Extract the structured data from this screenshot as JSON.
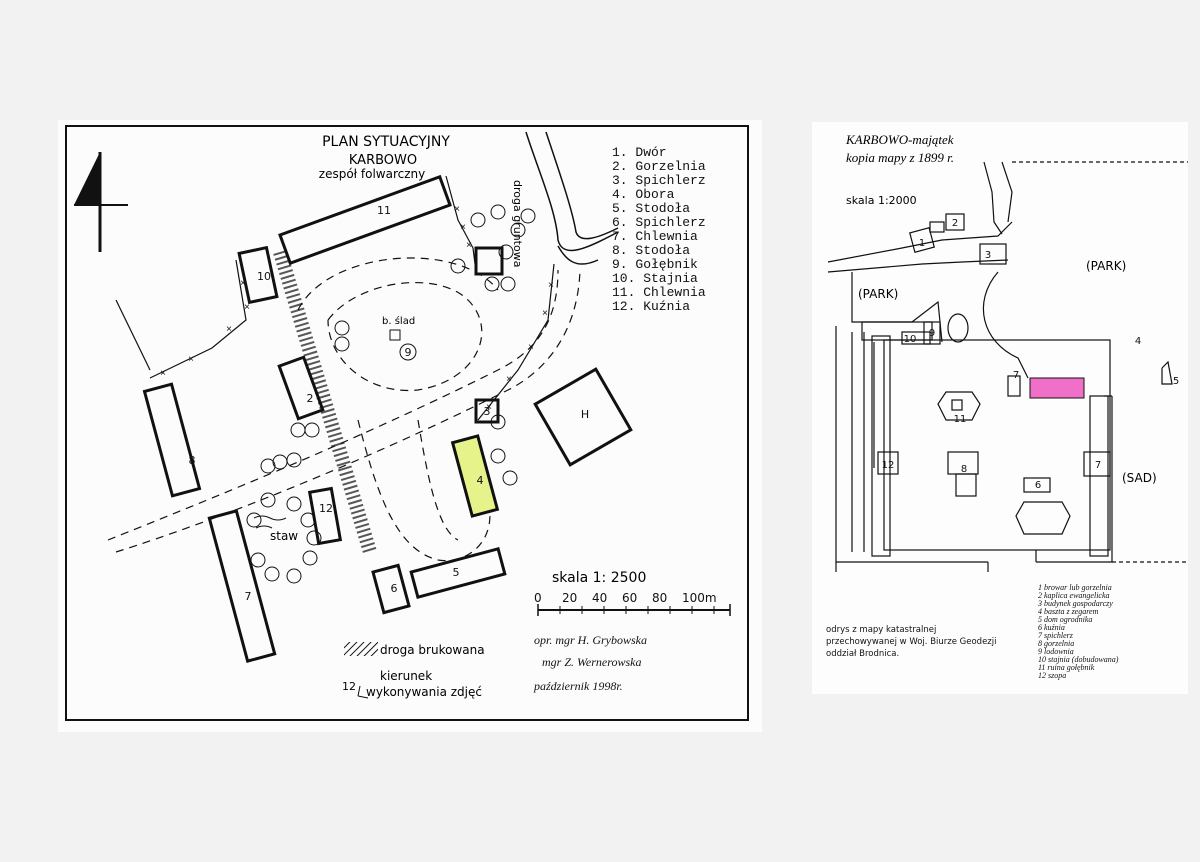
{
  "left_map": {
    "title": "PLAN SYTUACYJNY",
    "subtitle": "KARBOWO",
    "subtitle2": "zespół folwarczny",
    "road_label": "droga gruntowa",
    "pond_label": "staw",
    "trace_label": "b. ślad",
    "building_labels": [
      "2",
      "3",
      "4",
      "5",
      "6",
      "7",
      "8",
      "9",
      "10",
      "11",
      "12",
      "H"
    ],
    "legend": [
      "1. Dwór",
      "2. Gorzelnia",
      "3. Spichlerz",
      "4. Obora",
      "5. Stodoła",
      "6. Spichlerz",
      "7. Chlewnia",
      "8. Stodoła",
      "9. Gołębnik",
      "10. Stajnia",
      "11. Chlewnia",
      "12. Kuźnia"
    ],
    "scale_title": "skala 1: 2500",
    "scale_ticks": [
      "0",
      "20",
      "40",
      "60",
      "80",
      "100m"
    ],
    "key_paved": "droga brukowana",
    "key_number": "12",
    "key_direction_line1": "kierunek",
    "key_direction_line2": "wykonywania zdjęć",
    "author_line1": "opr. mgr H. Grybowska",
    "author_line2": "mgr Z. Wernerowska",
    "author_line3": "październik 1998r."
  },
  "right_map": {
    "title_line1": "KARBOWO-majątek",
    "title_line2": "kopia mapy z 1899 r.",
    "scale": "skala 1:2000",
    "park_label": "(PARK)",
    "park_label2": "(PARK)",
    "sad_label": "(SAD)",
    "building_labels": [
      "1",
      "2",
      "3",
      "4",
      "5",
      "6",
      "7",
      "7",
      "8",
      "9",
      "10",
      "11",
      "12"
    ],
    "note_line1": "odrys z mapy katastralnej",
    "note_line2": "przechowywanej w Woj. Biurze Geodezji",
    "note_line3": "oddział Brodnica.",
    "legend": [
      "1 browar lub gorzelnia",
      "2 kaplica ewangelicka",
      "3 budynek gospodarczy",
      "4 baszta z zegarem",
      "5 dom ogrodnika",
      "6 kuźnia",
      "7 spichlerz",
      "8 gorzelnia",
      "9 lodownia",
      "10 stajnia (dobudowana)",
      "11 ruina gołębnik",
      "12 szopa"
    ]
  },
  "colors": {
    "highlight_green": "#e6f28a",
    "highlight_pink": "#f06fc8",
    "ink": "#1a1a1a"
  }
}
